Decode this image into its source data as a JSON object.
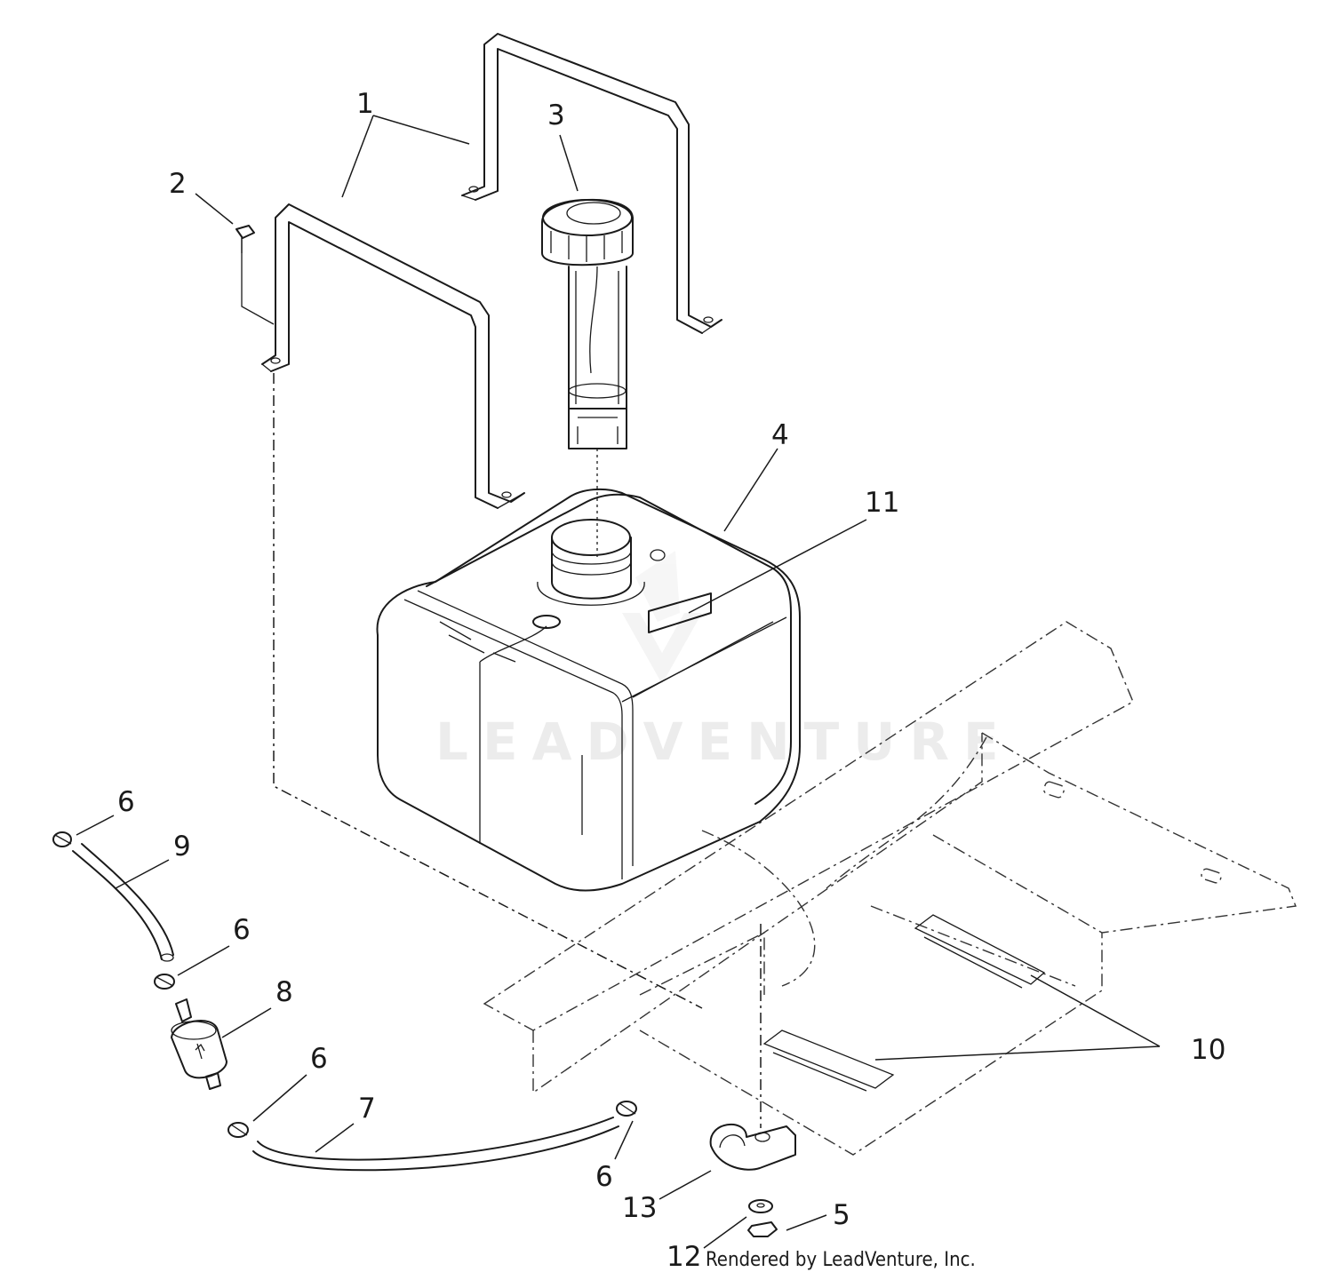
{
  "callouts": {
    "c1": "1",
    "c2": "2",
    "c3": "3",
    "c4": "4",
    "c5": "5",
    "c6a": "6",
    "c6b": "6",
    "c6c": "6",
    "c6d": "6",
    "c7": "7",
    "c8": "8",
    "c9": "9",
    "c10": "10",
    "c11": "11",
    "c12": "12",
    "c13": "13"
  },
  "watermark": "LEADVENTURE",
  "credit": "Rendered by LeadVenture, Inc."
}
